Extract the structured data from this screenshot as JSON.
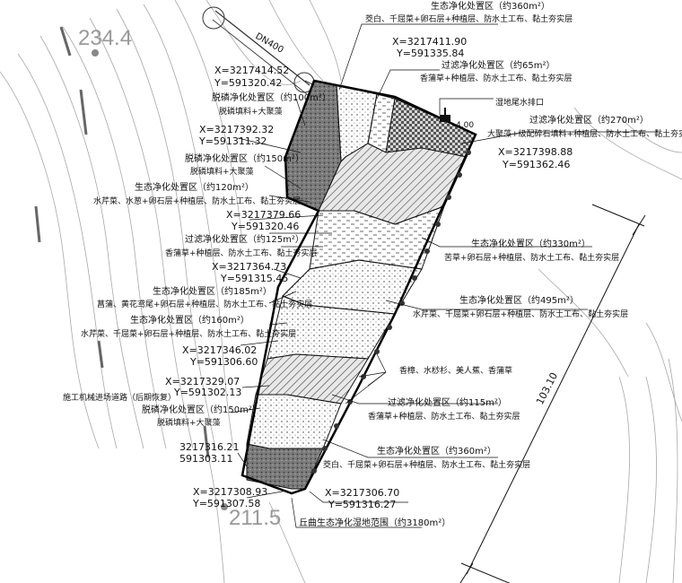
{
  "elevations": {
    "top_left": "234.4",
    "bottom": "211.5"
  },
  "pipe": {
    "label": "DN400"
  },
  "dimension": {
    "label": "103.10"
  },
  "coords": {
    "c1": {
      "x": "X=3217414.52",
      "y": "Y=591320.42"
    },
    "c2": {
      "x": "X=3217411.90",
      "y": "Y=591335.84"
    },
    "c3": {
      "x": "X=3217398.88",
      "y": "Y=591362.46"
    },
    "c4": {
      "x": "X=3217392.32",
      "y": "Y=591311.32"
    },
    "c5": {
      "x": "X=3217379.66",
      "y": "Y=591320.46"
    },
    "c6": {
      "x": "X=3217364.73",
      "y": "Y=591315.45"
    },
    "c7": {
      "x": "X=3217346.02",
      "y": "Y=591306.60"
    },
    "c8": {
      "x": "X=3217329.07",
      "y": "Y=591302.13"
    },
    "c9": {
      "x": "3217316.21",
      "y": "591303.11"
    },
    "c10": {
      "x": "X=3217308.93",
      "y": "Y=591307.58"
    },
    "c11": {
      "x": "X=3217306.70",
      "y": "Y=591316.27"
    }
  },
  "zones": {
    "z1": {
      "title": "生态净化处置区（约360m²）",
      "desc": "茭白、千屈菜+卵石层+种植层、防水土工布、黏土夯实层"
    },
    "z2": {
      "title": "过滤净化处置区（约65m²）",
      "desc": "香蒲草+种植层、防水土工布、黏土夯实层"
    },
    "z3": {
      "title": "脱磷净化处置区（约100m²）",
      "desc": "脱磷填料+大聚藻"
    },
    "z4": {
      "title": "过滤净化处置区（约270m²）",
      "desc": "大聚藻+级配碎石填料+种植层、防水土工布、黏土夯实层"
    },
    "z5": {
      "title": "脱磷净化处置区（约150m²）",
      "desc": "脱磷填料+大聚藻"
    },
    "z6": {
      "title": "生态净化处置区（约120m²）",
      "desc": "水芹菜、水葱+卵石层+种植层、防水土工布、黏土夯实层"
    },
    "z7": {
      "title": "过滤净化处置区（约125m²）",
      "desc": "香蒲草+种植层、防水土工布、黏土夯实层"
    },
    "z8": {
      "title": "生态净化处置区（约330m²）",
      "desc": "苦草+卵石层+种植层、防水土工布、黏土夯实层"
    },
    "z9": {
      "title": "生态净化处置区（约185m²）",
      "desc": "菖蒲、黄花鸢尾+卵石层+种植层、防水土工布、黏土夯实层"
    },
    "z10": {
      "title": "生态净化处置区（约495m²）",
      "desc": "水芹菜、千屈菜+卵石层+种植层、防水土工布、黏土夯实层"
    },
    "z11": {
      "title": "生态净化处置区（约160m²）",
      "desc": "水芹菜、千屈菜+卵石层+种植层、防水土工布、黏土夯实层"
    },
    "z12": {
      "title": "过滤净化处置区（约115m²）",
      "desc": "香蒲草+种植层、防水土工布、黏土夯实层"
    },
    "z13": {
      "title": "脱磷净化处置区（约150m²）",
      "desc": "脱磷填料+大聚藻"
    },
    "z14": {
      "title": "生态净化处置区（约360m²）",
      "desc": "茭白、千屈菜+卵石层+种植层、防水土工布、黏土夯实层"
    }
  },
  "notes": {
    "outlet": "湿地尾水排口",
    "outlet_elev": "4.00",
    "plants": "香樟、水桫杉、美人蕉、香蒲草",
    "road": "施工机械进场道路（后期恢复）",
    "boundary": "丘曲生态净化湿地范围（约3180m²）"
  },
  "colors": {
    "line": "#111111",
    "terrain": "#9a9a9a"
  }
}
